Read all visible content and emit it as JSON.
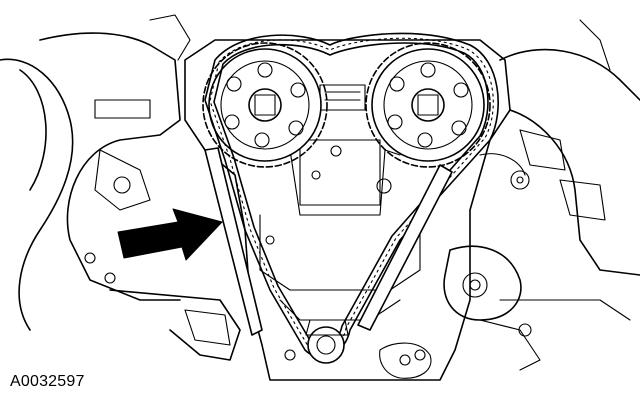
{
  "figure": {
    "reference_id": "A0032597",
    "colors": {
      "line": "#000000",
      "background": "#ffffff",
      "arrow": "#000000"
    },
    "icons": [
      "timing-chain",
      "camshaft-sprocket",
      "crankshaft-sprocket",
      "chain-guide",
      "pointer-arrow"
    ]
  }
}
